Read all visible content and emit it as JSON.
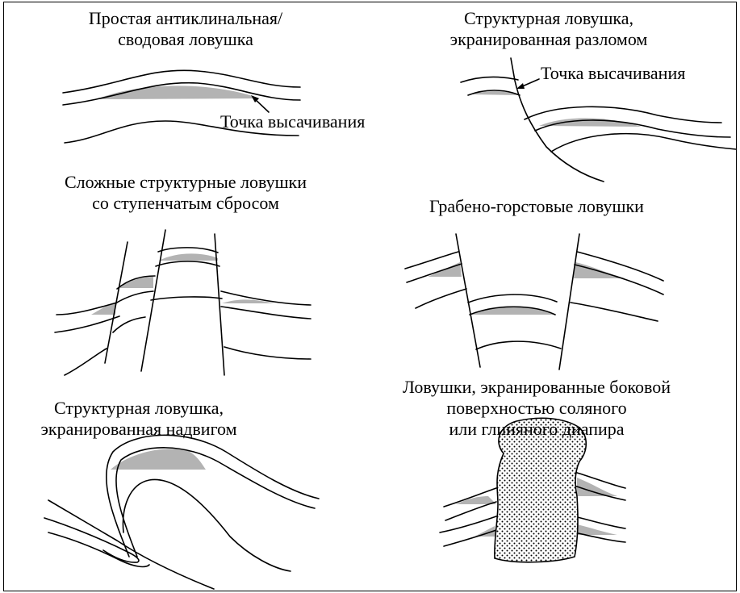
{
  "panels": {
    "anticline": {
      "title_line1": "Простая антиклинальная/",
      "title_line2": "сводовая ловушка",
      "label": "Точка высачивания"
    },
    "fault": {
      "title_line1": "Структурная ловушка,",
      "title_line2": "экранированная разломом",
      "label": "Точка высачивания"
    },
    "step_fault": {
      "title_line1": "Сложные структурные ловушки",
      "title_line2": "со ступенчатым сбросом"
    },
    "graben": {
      "title_line1": "Грабено-горстовые ловушки"
    },
    "thrust": {
      "title_line1": "Структурная ловушка,",
      "title_line2": "экранированная надвигом"
    },
    "diapir": {
      "title_line1": "Ловушки, экранированные боковой",
      "title_line2": "поверхностью соляного",
      "title_line3": "или глиняного диапира"
    }
  },
  "colors": {
    "trap_fill": "#b3b3b3",
    "line": "#000000",
    "background": "#ffffff"
  }
}
